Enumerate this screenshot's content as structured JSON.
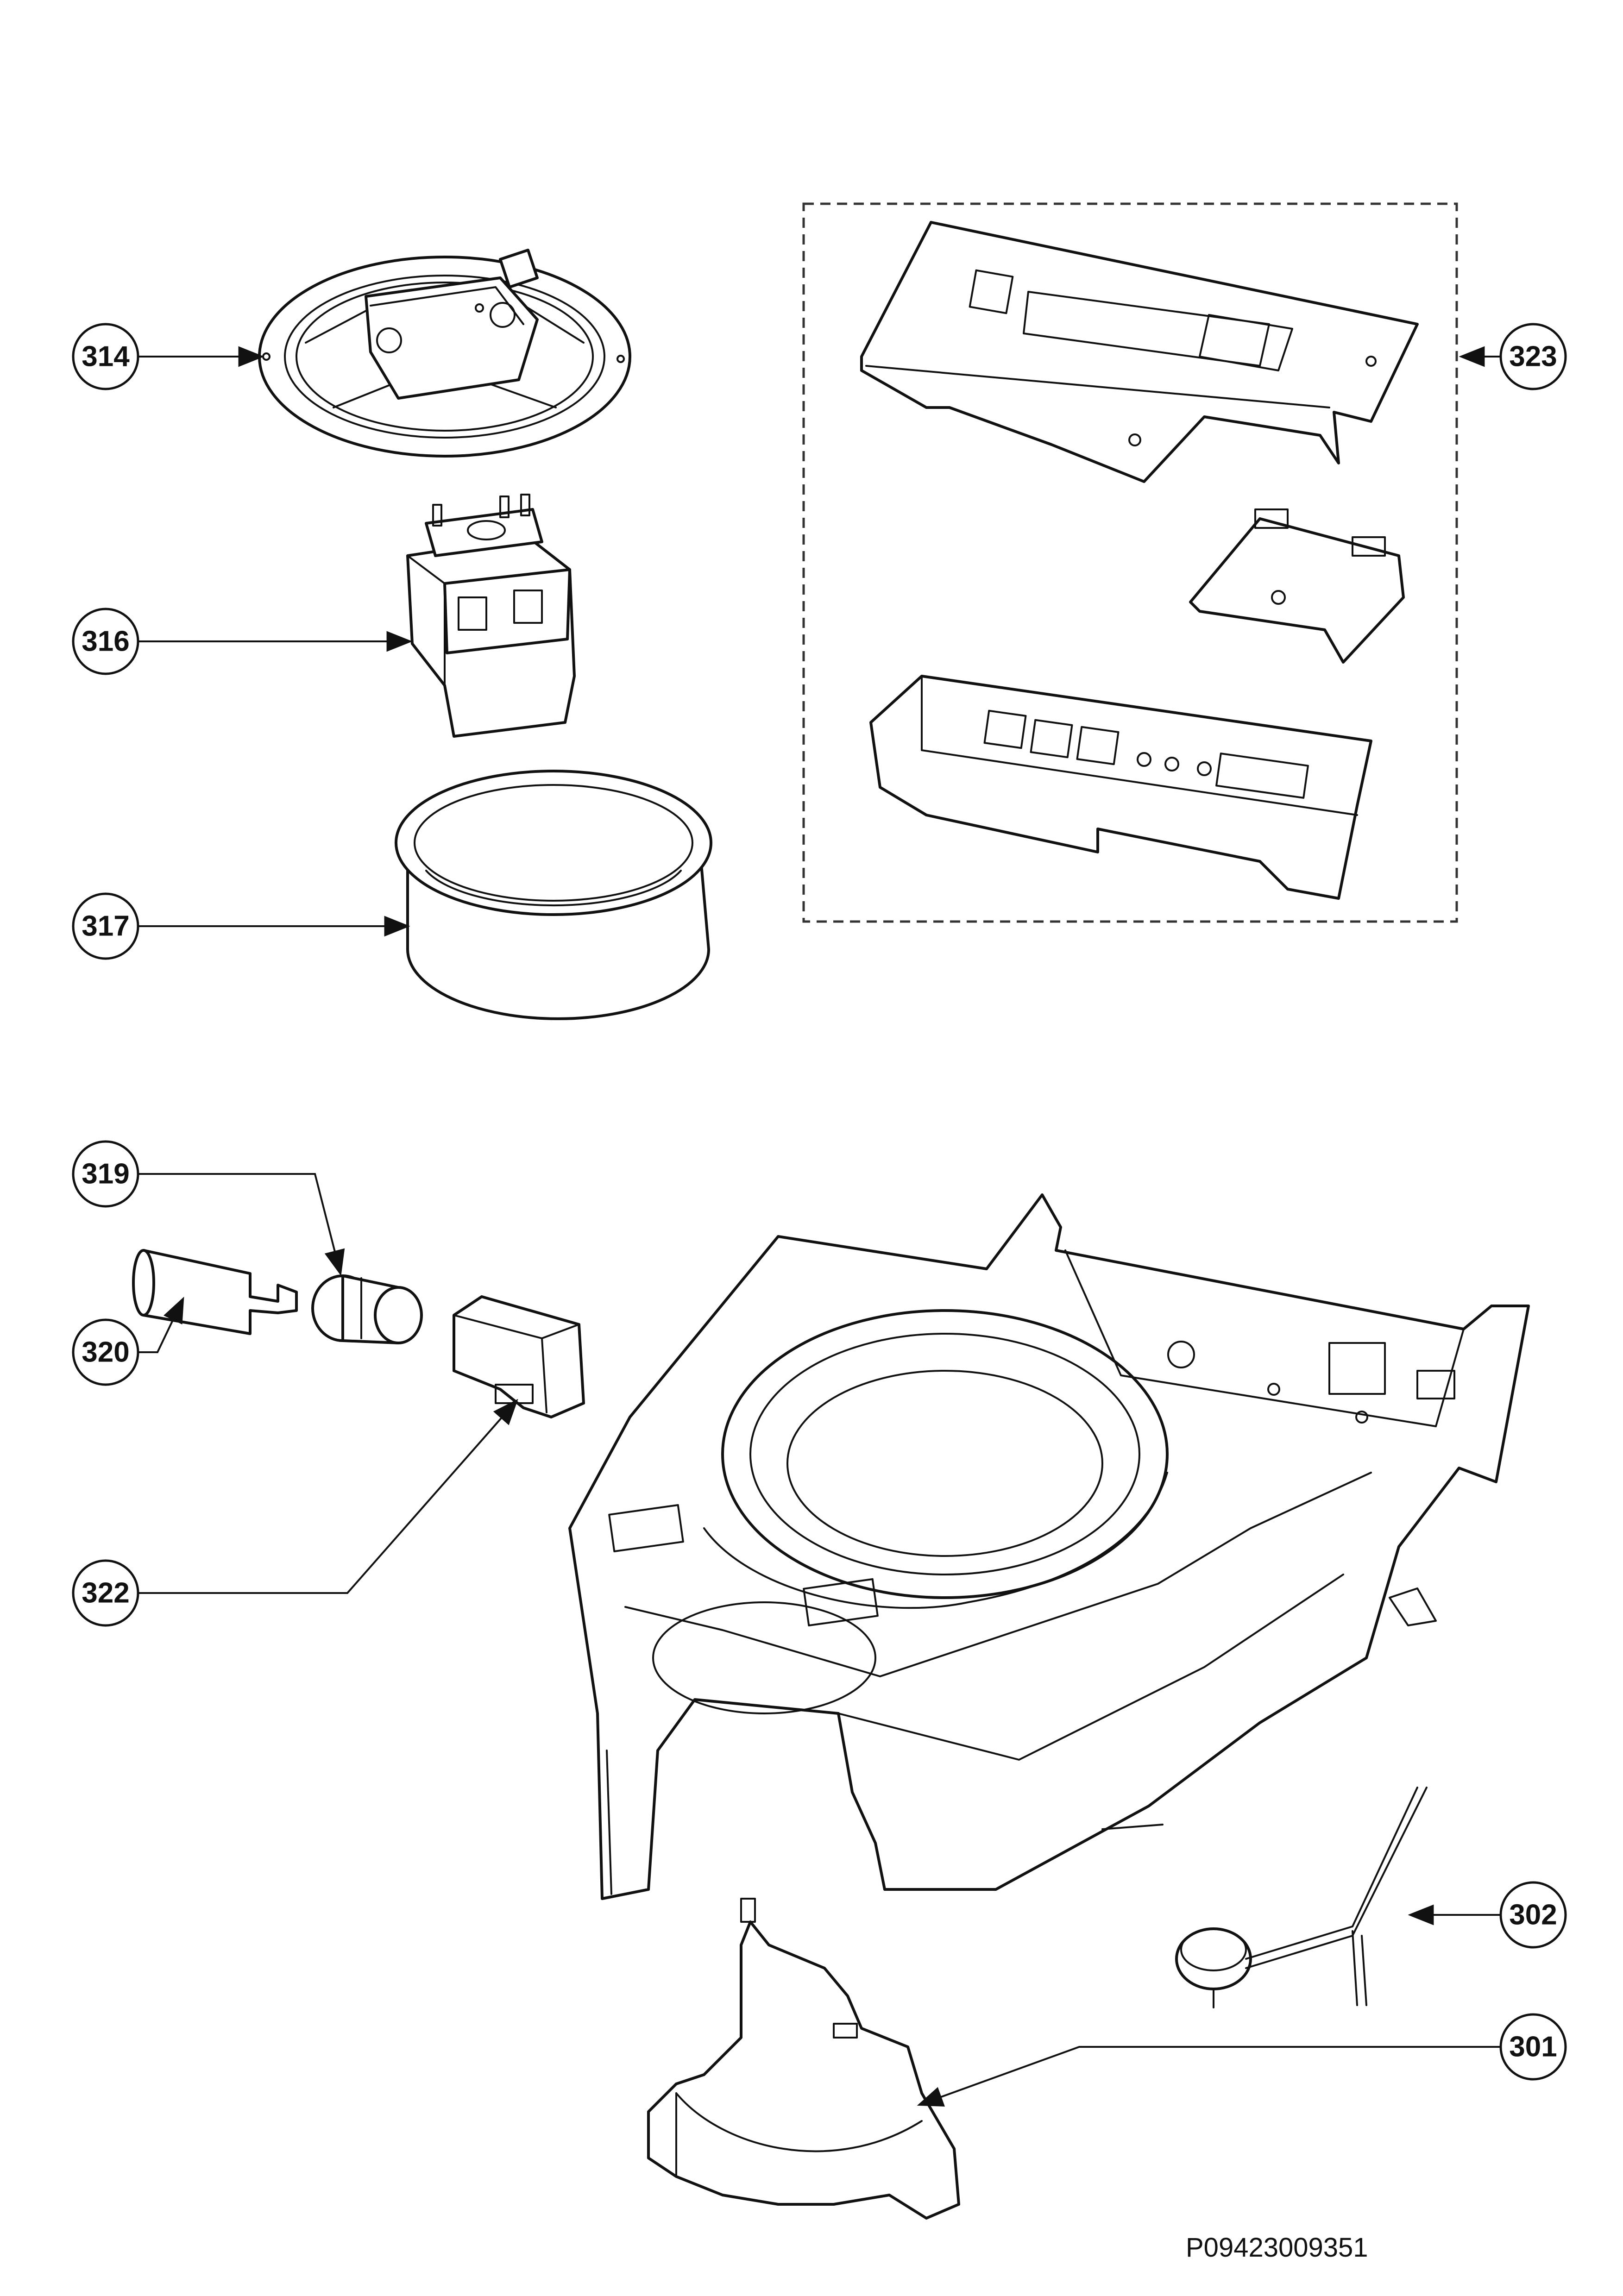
{
  "callouts": {
    "c314": "314",
    "c316": "316",
    "c317": "317",
    "c319": "319",
    "c320": "320",
    "c322": "322",
    "c323": "323",
    "c302": "302",
    "c301": "301"
  },
  "document_id": "P09423009351",
  "colors": {
    "line": "#111111",
    "background": "#ffffff"
  },
  "icons": {
    "arrowhead": "arrowhead-icon"
  }
}
